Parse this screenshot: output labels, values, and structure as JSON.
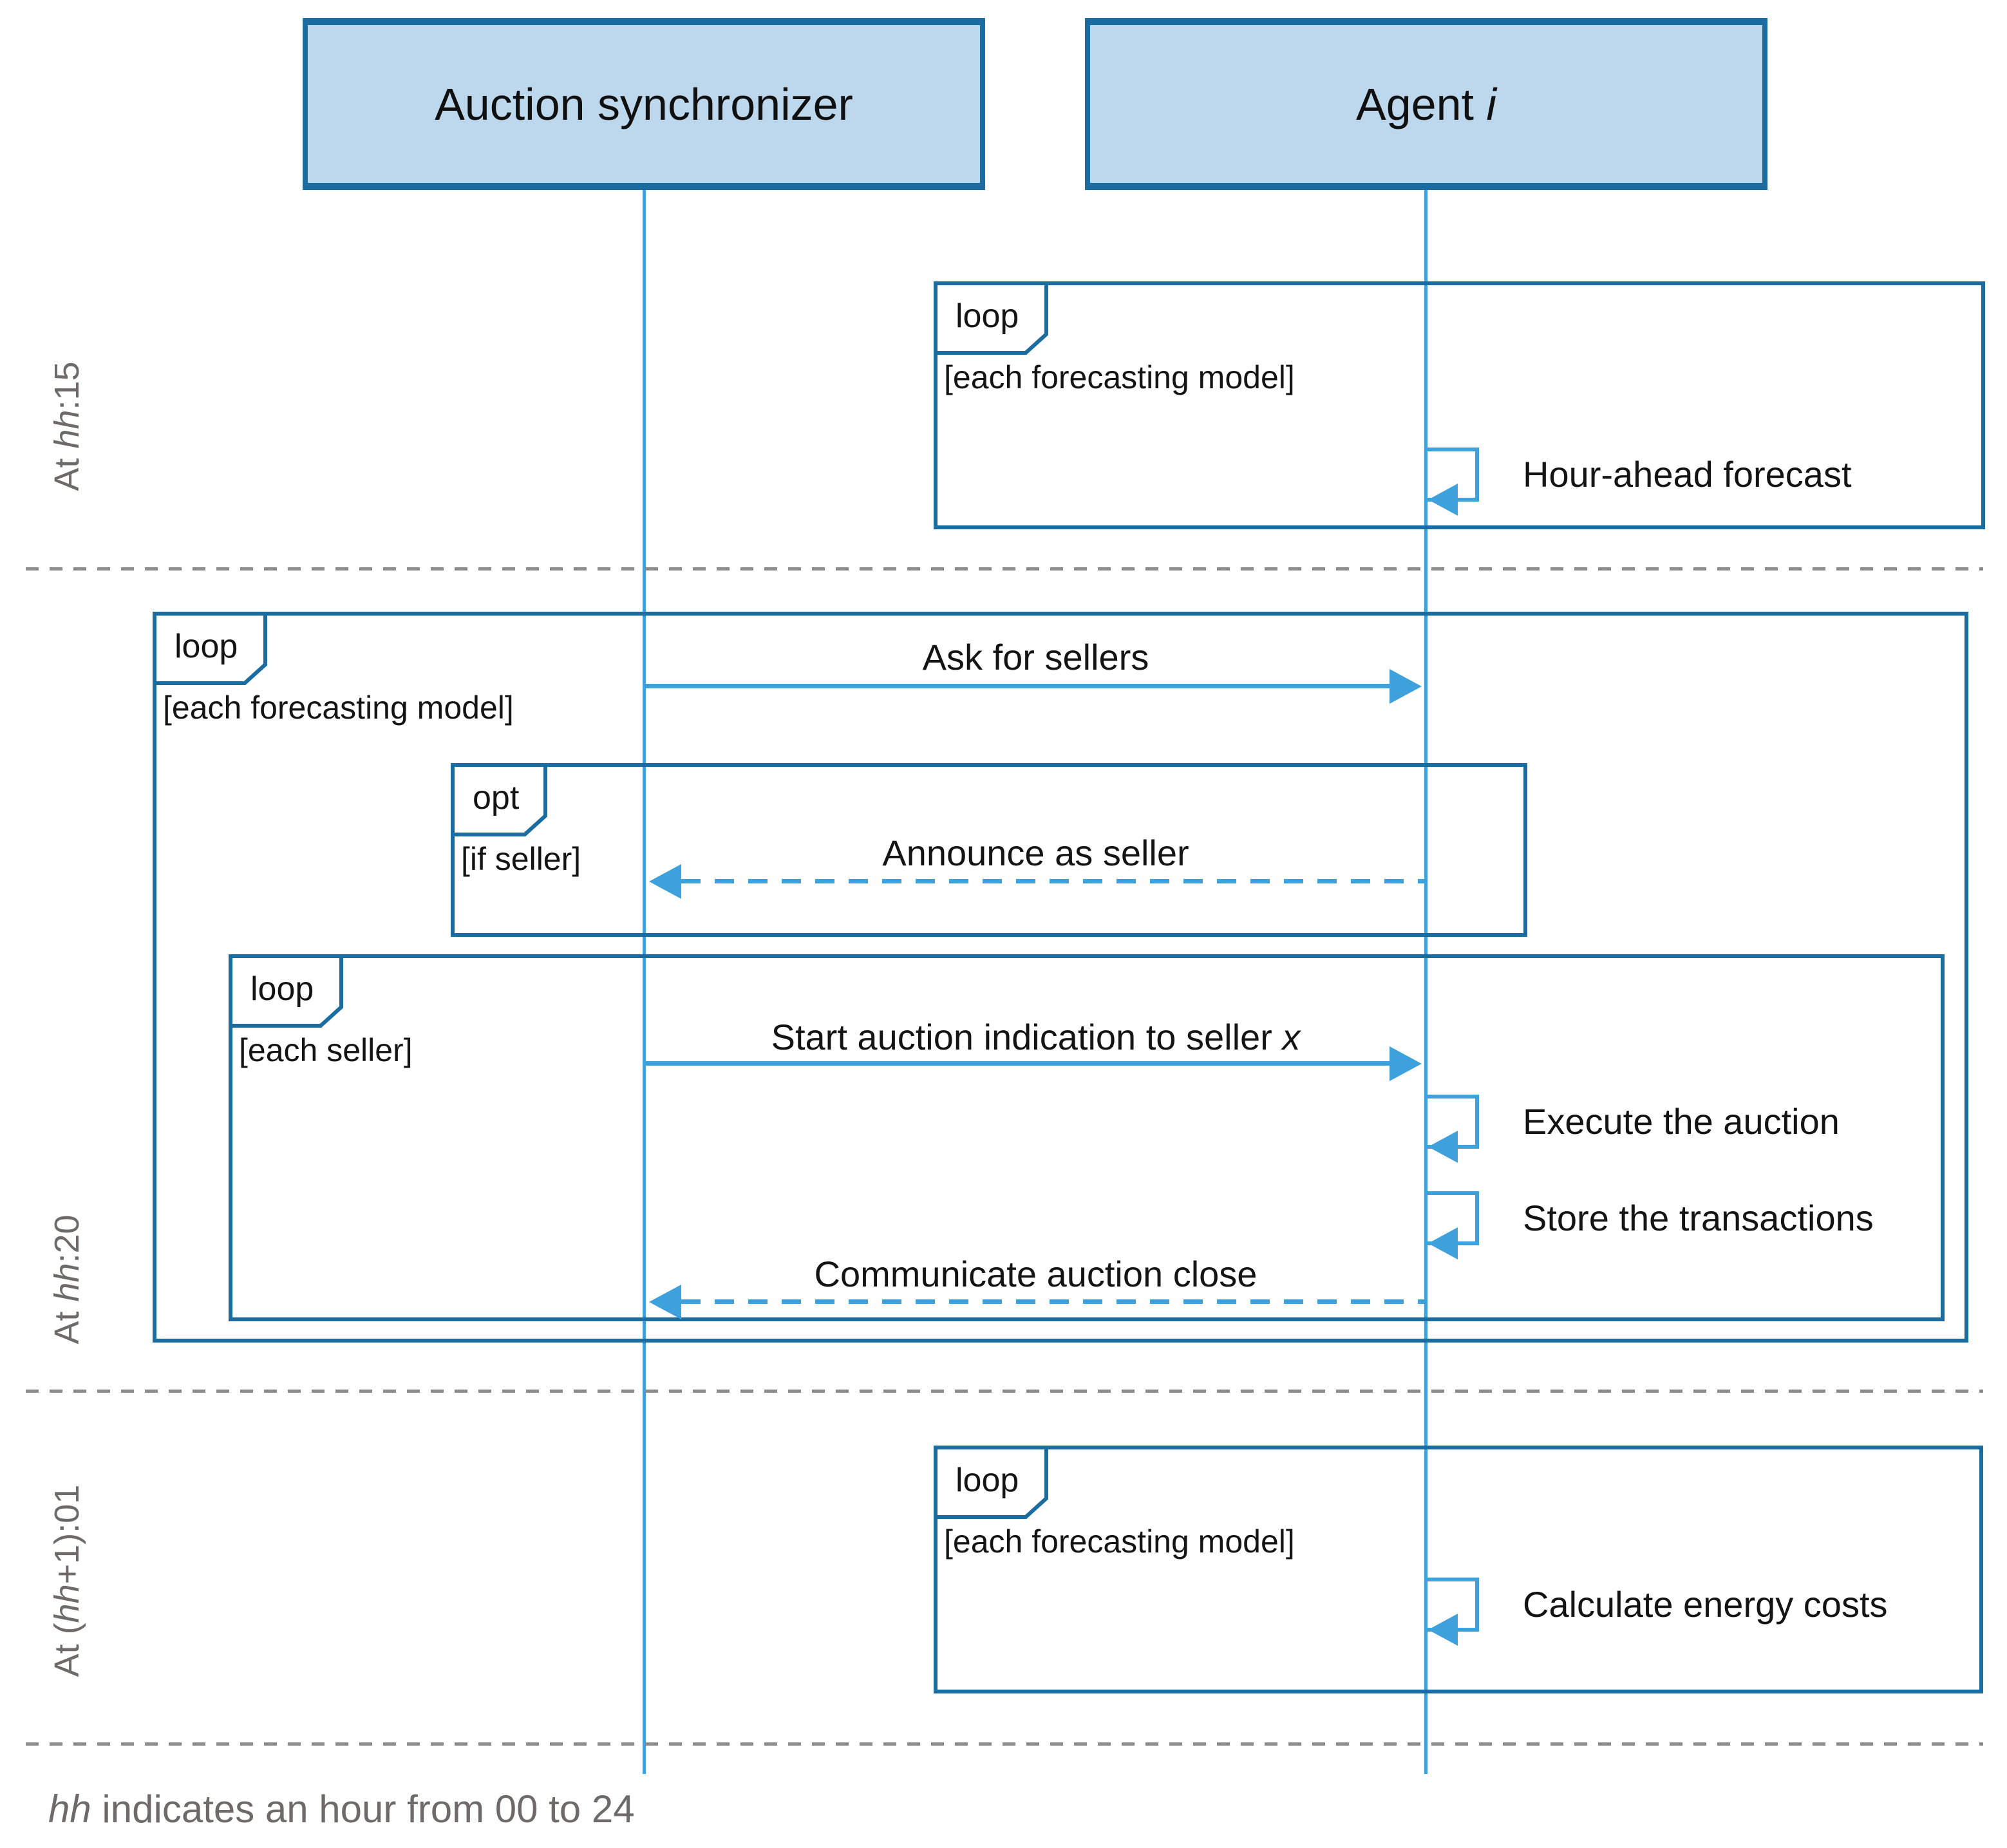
{
  "diagram": {
    "actors": [
      {
        "label": "Auction synchronizer"
      },
      {
        "label_prefix": "Agent ",
        "label_italic": "i"
      }
    ],
    "time_labels": [
      {
        "prefix": "At ",
        "italic": "hh",
        "suffix": ":15"
      },
      {
        "prefix": "At ",
        "italic": "hh",
        "suffix": ":20"
      },
      {
        "prefix": "At (",
        "italic": "hh",
        "suffix": "+1):01"
      }
    ],
    "frames": [
      {
        "keyword": "loop",
        "guard": "[each forecasting model]"
      },
      {
        "keyword": "loop",
        "guard": "[each forecasting model]"
      },
      {
        "keyword": "opt",
        "guard": "[if seller]"
      },
      {
        "keyword": "loop",
        "guard": "[each seller]"
      },
      {
        "keyword": "loop",
        "guard": "[each forecasting model]"
      }
    ],
    "messages": [
      {
        "type": "self",
        "label": "Hour-ahead forecast"
      },
      {
        "type": "solid",
        "label": "Ask for sellers"
      },
      {
        "type": "dashed-return",
        "label": "Announce as seller"
      },
      {
        "type": "solid",
        "label_prefix": "Start auction indication to seller ",
        "label_italic": "x"
      },
      {
        "type": "self",
        "label": "Execute the auction"
      },
      {
        "type": "self",
        "label": "Store the transactions"
      },
      {
        "type": "dashed-return",
        "label": "Communicate auction close"
      },
      {
        "type": "self",
        "label": "Calculate energy costs"
      }
    ],
    "footnote": {
      "italic": "hh",
      "text": " indicates an hour from 00 to 24"
    },
    "colors": {
      "frame_border": "#1B6CA0",
      "actor_fill": "#BDD8EC",
      "message_blue": "#3FA1DB",
      "gray_text": "#6E6A6A",
      "separator_gray": "#8C8C8C"
    }
  }
}
